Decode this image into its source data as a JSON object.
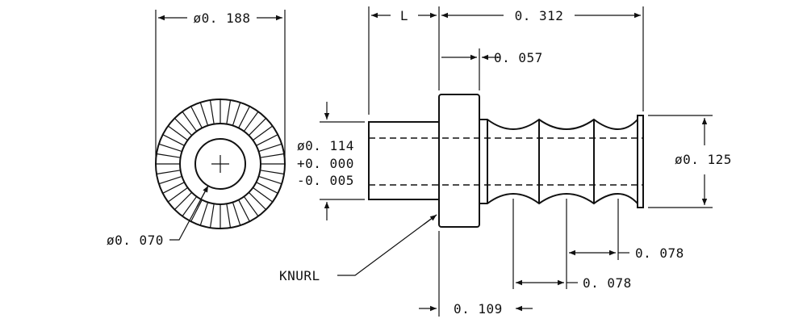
{
  "dimensions": {
    "outer_diameter_end_view": "ø0. 188",
    "hole_diameter": "ø0. 070",
    "length_l": "L",
    "overall_length": "0. 312",
    "flange_thickness": "0. 057",
    "shank_diameter": "ø0. 114",
    "shank_tol_plus": "+0. 000",
    "shank_tol_minus": "-0. 005",
    "groove_diameter": "ø0. 125",
    "groove_pitch_1": "0. 078",
    "groove_pitch_2": "0. 078",
    "first_groove_position": "0. 109"
  },
  "labels": {
    "knurl": "KNURL"
  }
}
